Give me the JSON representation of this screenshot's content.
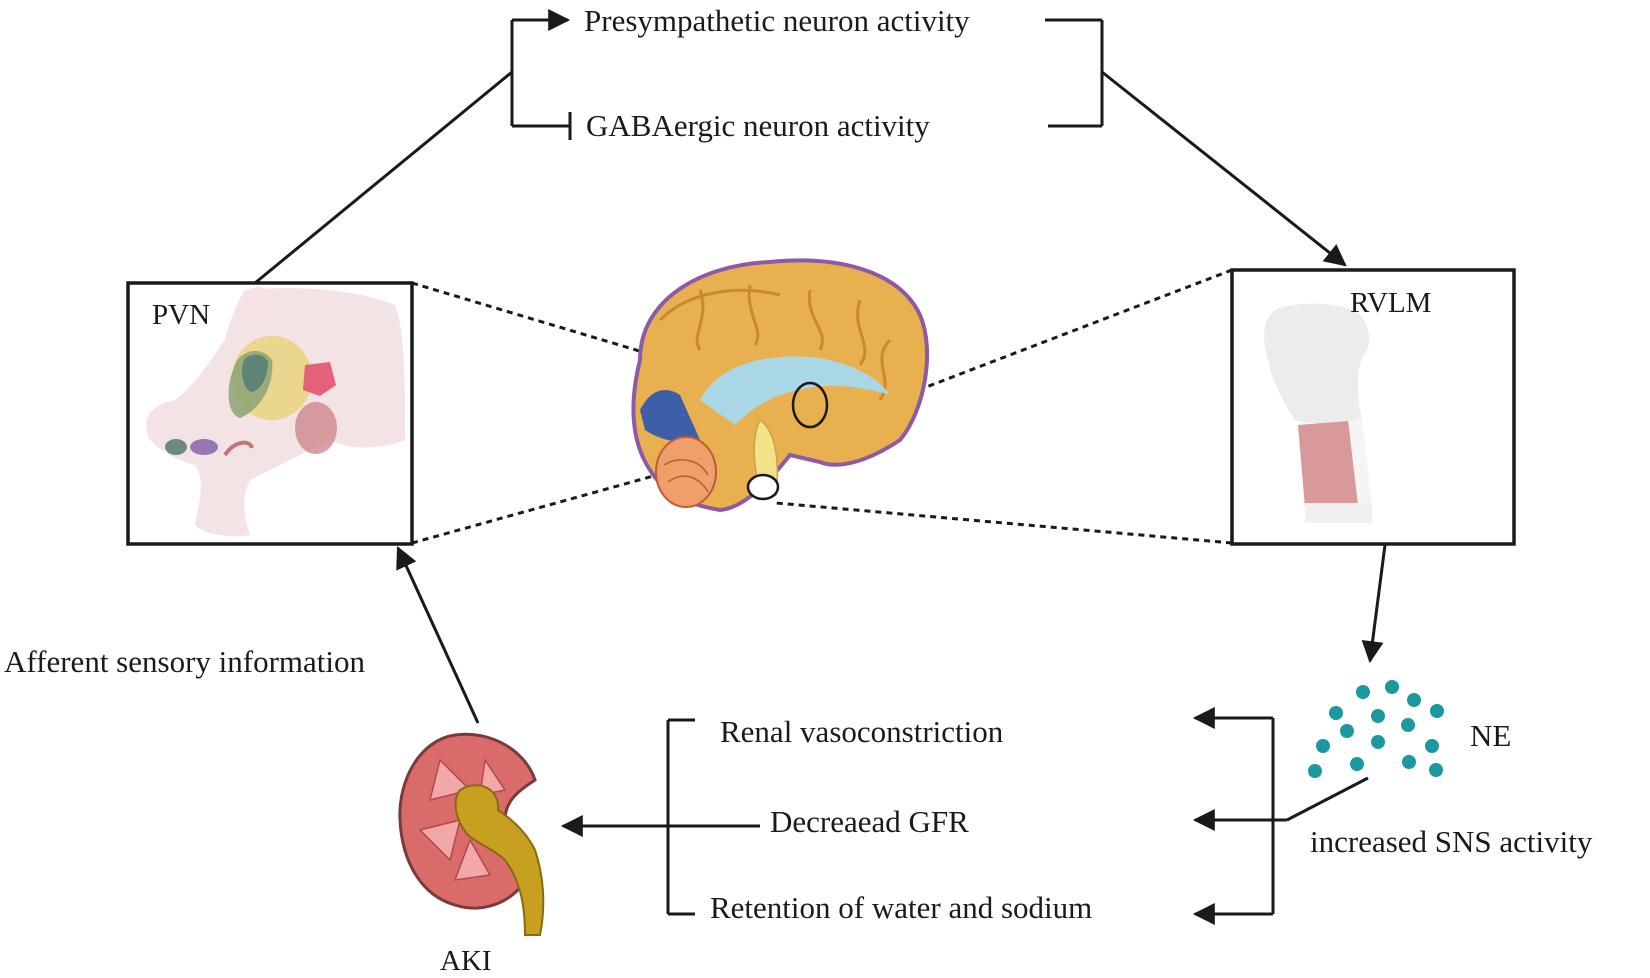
{
  "labels": {
    "presympathetic": "Presympathetic neuron activity",
    "gabaergic": "GABAergic neuron activity",
    "pvn": "PVN",
    "rvlm": "RVLM",
    "afferent": "Afferent sensory information",
    "renal_vasoconstriction": "Renal vasoconstriction",
    "decreased_gfr": "Decreaead GFR",
    "retention": "Retention of water and sodium",
    "ne": "NE",
    "increased_sns": "increased SNS activity",
    "aki": "AKI"
  },
  "colors": {
    "ne_dots": "#1a9aa0",
    "brain_cortex": "#e8b04e",
    "brain_outline": "#8e5aa8",
    "kidney": "#d96b6b",
    "ureter": "#c8a020"
  }
}
